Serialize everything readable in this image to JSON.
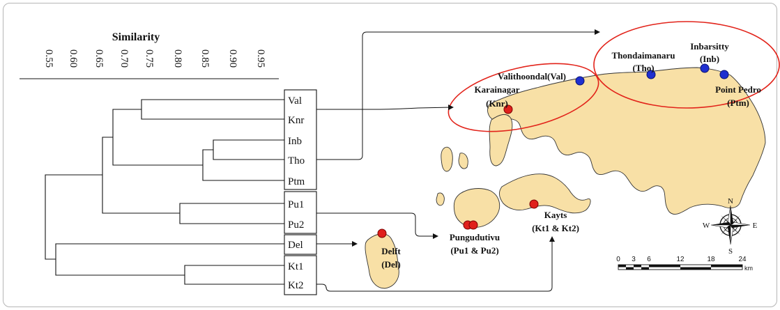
{
  "dendrogram": {
    "axis_title": "Similarity",
    "ticks": [
      "0.55",
      "0.60",
      "0.65",
      "0.70",
      "0.75",
      "0.80",
      "0.85",
      "0.90",
      "0.95"
    ],
    "leaves": [
      "Val",
      "Knr",
      "Inb",
      "Tho",
      "Ptm",
      "Pu1",
      "Pu2",
      "Del",
      "Kt1",
      "Kt2"
    ]
  },
  "sites": {
    "valithoondal": "Valithoondal(Val)",
    "karainagar_name": "Karainagar",
    "karainagar_code": "(Knr)",
    "thondaimanaru_name": "Thondaimanaru",
    "thondaimanaru_code": "(Tho)",
    "inbarsitty_name": "Inbarsitty",
    "inbarsitty_code": "(Inb)",
    "pointpedro_name": "Point Pedro",
    "pointpedro_code": "(Ptm)",
    "kayts_name": "Kayts",
    "kayts_code": "(Kt1 & Kt2)",
    "pungudutivu_name": "Pungudutivu",
    "pungudutivu_code": "(Pu1 & Pu2)",
    "delft_name": "Delft",
    "delft_code": "(Del)"
  },
  "compass": {
    "n": "N",
    "s": "S",
    "e": "E",
    "w": "W"
  },
  "scale_bar": {
    "ticks": [
      "0",
      "3",
      "6",
      "12",
      "18",
      "24"
    ],
    "unit": "km"
  },
  "colors": {
    "land": "#f8e0a6",
    "red_site": "#e0201c",
    "blue_site": "#1f2fd0",
    "ellipse": "#e2231a"
  }
}
